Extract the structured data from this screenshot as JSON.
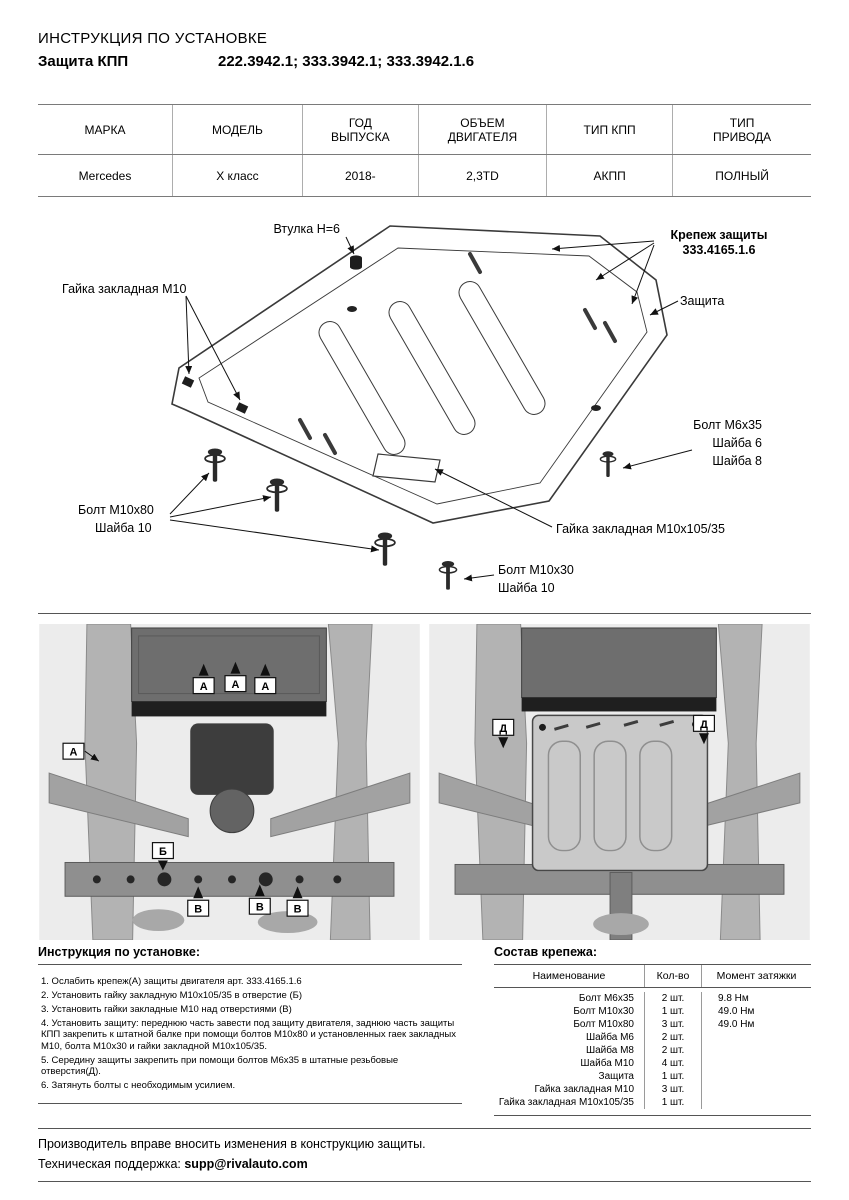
{
  "page": {
    "doc_title": "ИНСТРУКЦИЯ ПО УСТАНОВКЕ",
    "product": "Защита КПП",
    "articles": "222.3942.1; 333.3942.1; 333.3942.1.6"
  },
  "spec_table": {
    "headers": [
      "МАРКА",
      "МОДЕЛЬ",
      "ГОД\nВЫПУСКА",
      "ОБЪЕМ\nДВИГАТЕЛЯ",
      "ТИП КПП",
      "ТИП\nПРИВОДА"
    ],
    "row": [
      "Mercedes",
      "X класс",
      "2018-",
      "2,3TD",
      "АКПП",
      "ПОЛНЫЙ"
    ]
  },
  "diagram": {
    "labels": {
      "bushing": "Втулка Н=6",
      "kit_line1": "Крепеж защиты",
      "kit_line2": "333.4165.1.6",
      "nut_m10": "Гайка закладная М10",
      "shield": "Защита",
      "bolt_m6x35": "Болт М6х35",
      "washer6": "Шайба 6",
      "washer8": "Шайба 8",
      "bolt_m10x80": "Болт М10х80",
      "washer10_left": "Шайба 10",
      "nut_m10x105": "Гайка закладная М10х105/35",
      "bolt_m10x30": "Болт М10х30",
      "washer10_bottom": "Шайба 10"
    }
  },
  "photos": {
    "left_callouts": [
      "А",
      "А",
      "А",
      "А",
      "Б",
      "В",
      "В",
      "В"
    ],
    "right_callouts": [
      "Д",
      "Д"
    ]
  },
  "instructions": {
    "title": "Инструкция по установке:",
    "items": [
      "1. Ослабить крепеж(А) защиты двигателя арт. 333.4165.1.6",
      "2. Установить гайку закладную М10х105/35 в отверстие (Б)",
      "3. Установить гайки закладные М10 над отверстиями (В)",
      "4. Установить защиту: переднюю часть завести под защиту двигателя, заднюю часть защиты КПП закрепить к штатной балке при помощи болтов М10х80 и установленных гаек закладных М10, болта М10х30 и гайки закладной М10х105/35.",
      "5. Середину защиты закрепить при помощи болтов М6х35 в штатные резьбовые отверстия(Д).",
      "6. Затянуть болты с необходимым усилием."
    ]
  },
  "hardware": {
    "title": "Состав крепежа:",
    "headers": [
      "Наименование",
      "Кол-во",
      "Момент затяжки"
    ],
    "rows": [
      {
        "name": "Болт М6х35",
        "qty": "2 шт.",
        "torque": "9.8 Нм"
      },
      {
        "name": "Болт М10х30",
        "qty": "1 шт.",
        "torque": "49.0 Нм"
      },
      {
        "name": "Болт М10х80",
        "qty": "3 шт.",
        "torque": "49.0 Нм"
      },
      {
        "name": "Шайба М6",
        "qty": "2 шт.",
        "torque": ""
      },
      {
        "name": "Шайба М8",
        "qty": "2 шт.",
        "torque": ""
      },
      {
        "name": "Шайба М10",
        "qty": "4 шт.",
        "torque": ""
      },
      {
        "name": "Защита",
        "qty": "1 шт.",
        "torque": ""
      },
      {
        "name": "Гайка закладная М10",
        "qty": "3 шт.",
        "torque": ""
      },
      {
        "name": "Гайка закладная М10х105/35",
        "qty": "1 шт.",
        "torque": ""
      }
    ]
  },
  "footer": {
    "line1": "Производитель вправе вносить изменения в конструкцию защиты.",
    "support_label": "Техническая поддержка:",
    "support_email": "supp@rivalauto.com"
  }
}
